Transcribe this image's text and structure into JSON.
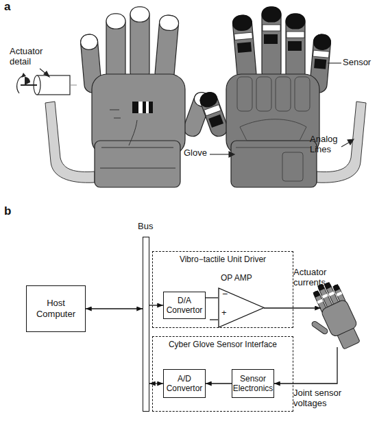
{
  "diagram": {
    "nodes": [
      {
        "text": [
          "Host Computer"
        ]
      },
      {
        "text": [
          "Bus"
        ]
      },
      {
        "text": [
          "Vibro−tactile Unit Driver"
        ]
      },
      {
        "text": [
          "D/A Convertor"
        ],
        "in": 2
      },
      {
        "text": [
          "OP AMP",
          "−",
          "+"
        ],
        "in": 2
      },
      {
        "text": [
          "Cyber Glove Sensor Interface"
        ]
      },
      {
        "text": [
          "A/D Convertor"
        ],
        "in": 5
      },
      {
        "text": [
          "Sensor Electronics"
        ],
        "in": 5
      }
    ],
    "edges": [
      {
        "from": 0,
        "to": 1,
        "arrow": "both"
      },
      {
        "from": 1,
        "to": 3,
        "arrow": "to"
      },
      {
        "from": 3,
        "to": 4,
        "arrow": "none"
      },
      {
        "from": 6,
        "to": 1,
        "arrow": "both"
      },
      {
        "from": 7,
        "to": 6,
        "arrow": "to"
      }
    ],
    "labels": [
      "a",
      "Actuator detail",
      "Sensor",
      "Glove",
      "Analog Lines",
      "b",
      "Actuator currents",
      "Joint sensor voltages"
    ]
  }
}
